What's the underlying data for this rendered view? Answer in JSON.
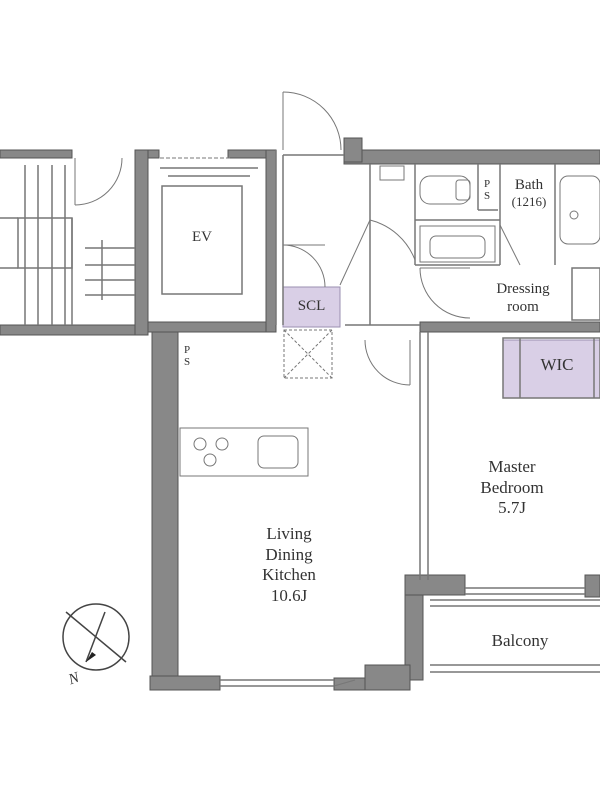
{
  "rooms": {
    "ev": {
      "label": "EV"
    },
    "scl": {
      "label": "SCL"
    },
    "ps_top": {
      "line1": "P",
      "line2": "S"
    },
    "ps_bottom": {
      "line1": "P",
      "line2": "S"
    },
    "bath": {
      "line1": "Bath",
      "line2": "(1216)"
    },
    "dressing": {
      "line1": "Dressing",
      "line2": "room"
    },
    "wic": {
      "label": "WIC"
    },
    "master": {
      "line1": "Master",
      "line2": "Bedroom",
      "line3": "5.7J"
    },
    "ldk": {
      "line1": "Living",
      "line2": "Dining",
      "line3": "Kitchen",
      "line4": "10.6J"
    },
    "balcony": {
      "label": "Balcony"
    }
  },
  "compass": {
    "label": "N"
  },
  "colors": {
    "wall": "#888888",
    "wall_edge": "#555555",
    "line": "#777777",
    "storage_fill": "#d9cfe6"
  }
}
